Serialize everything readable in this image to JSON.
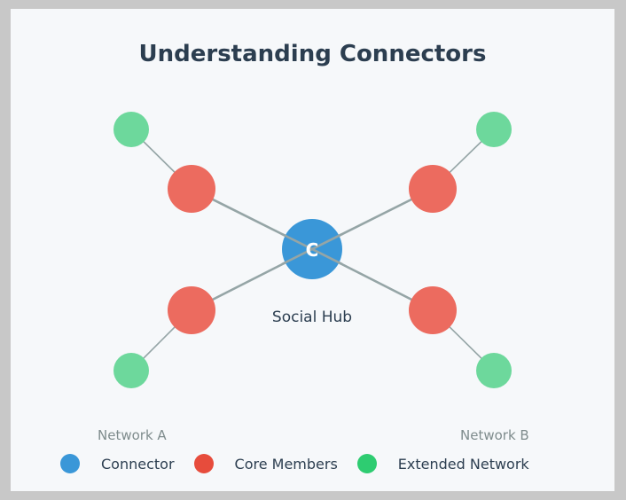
{
  "title": "Understanding Connectors",
  "connector": {
    "initial": "C",
    "label": "Social Hub"
  },
  "networks": {
    "a": "Network A",
    "b": "Network B"
  },
  "legend": [
    {
      "label": "Connector",
      "color": "#3a97d8"
    },
    {
      "label": "Core Members",
      "color": "#e74c3c"
    },
    {
      "label": "Extended Network",
      "color": "#2ecc71"
    }
  ],
  "colors": {
    "connector": "#3a97d8",
    "core": "#ec6b5f",
    "extended": "#6dd89c",
    "link": "#95a5a6"
  }
}
